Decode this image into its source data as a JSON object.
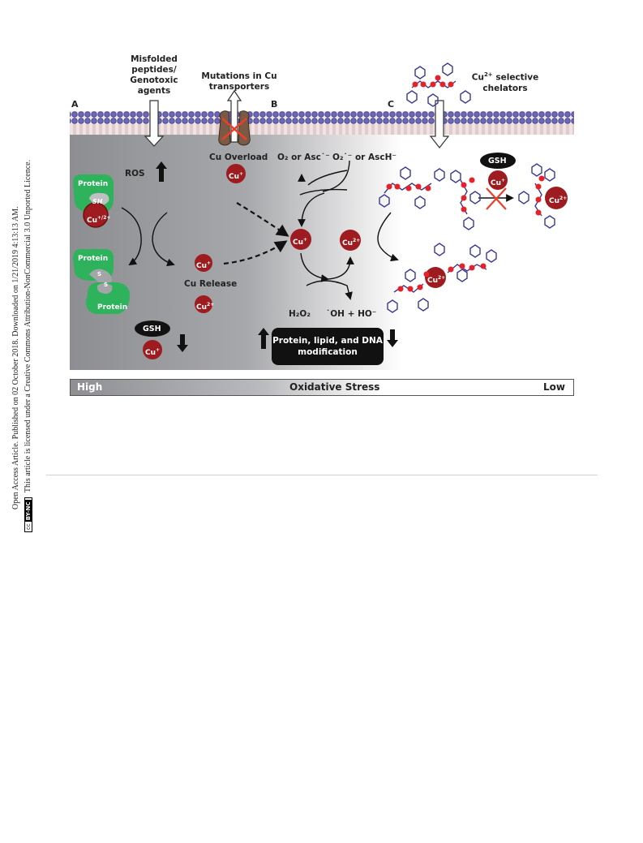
{
  "side_notes": {
    "line1": "Open Access Article. Published on 02 October 2018. Downloaded on 1/21/2019 4:13:13 AM.",
    "line2": "This article is licensed under a Creative Commons Attribution-NonCommercial 3.0 Unported Licence.",
    "badge_cc": "cc",
    "badge_type": "BY-NC"
  },
  "figure": {
    "panel_labels": [
      "A",
      "B",
      "C"
    ],
    "top_labels": {
      "misfolded": [
        "Misfolded",
        "peptides/",
        "Genotoxic",
        "agents"
      ],
      "mutations": [
        "Mutations in Cu",
        "transporters"
      ],
      "chelators_super": "2+",
      "chelators_cu": "Cu",
      "chelators_rest": " selective",
      "chelators_line2": "chelators"
    },
    "panel_a": {
      "ros": "ROS",
      "protein_top": "Protein",
      "sh": "SH",
      "cu_charge": "+/2+",
      "protein_mid": "Protein",
      "s1": "S",
      "s2": "S",
      "protein_bottom": "Protein",
      "cu_release": "Cu Release",
      "gsh": "GSH"
    },
    "panel_b": {
      "cu_overload": "Cu Overload",
      "o2_asc": "O₂ or Asc˙⁻",
      "o2_asch": "O₂˙⁻ or AscH⁻",
      "h2o2": "H₂O₂",
      "oh": "˙OH + HO⁻",
      "modification": [
        "Protein, lipid, and DNA",
        "modification"
      ]
    },
    "panel_c": {
      "gsh": "GSH"
    },
    "cu_plus": "Cu",
    "plus": "+",
    "two_plus": "2+",
    "stress_bar": {
      "high": "High",
      "title": "Oxidative Stress",
      "low": "Low"
    }
  },
  "colors": {
    "copper": "#9e1c1f",
    "protein": "#2eb35c",
    "membrane": "#5b58a6",
    "chelator_dot": "#e8202a",
    "chelator_ring": "#3b3a8f"
  }
}
